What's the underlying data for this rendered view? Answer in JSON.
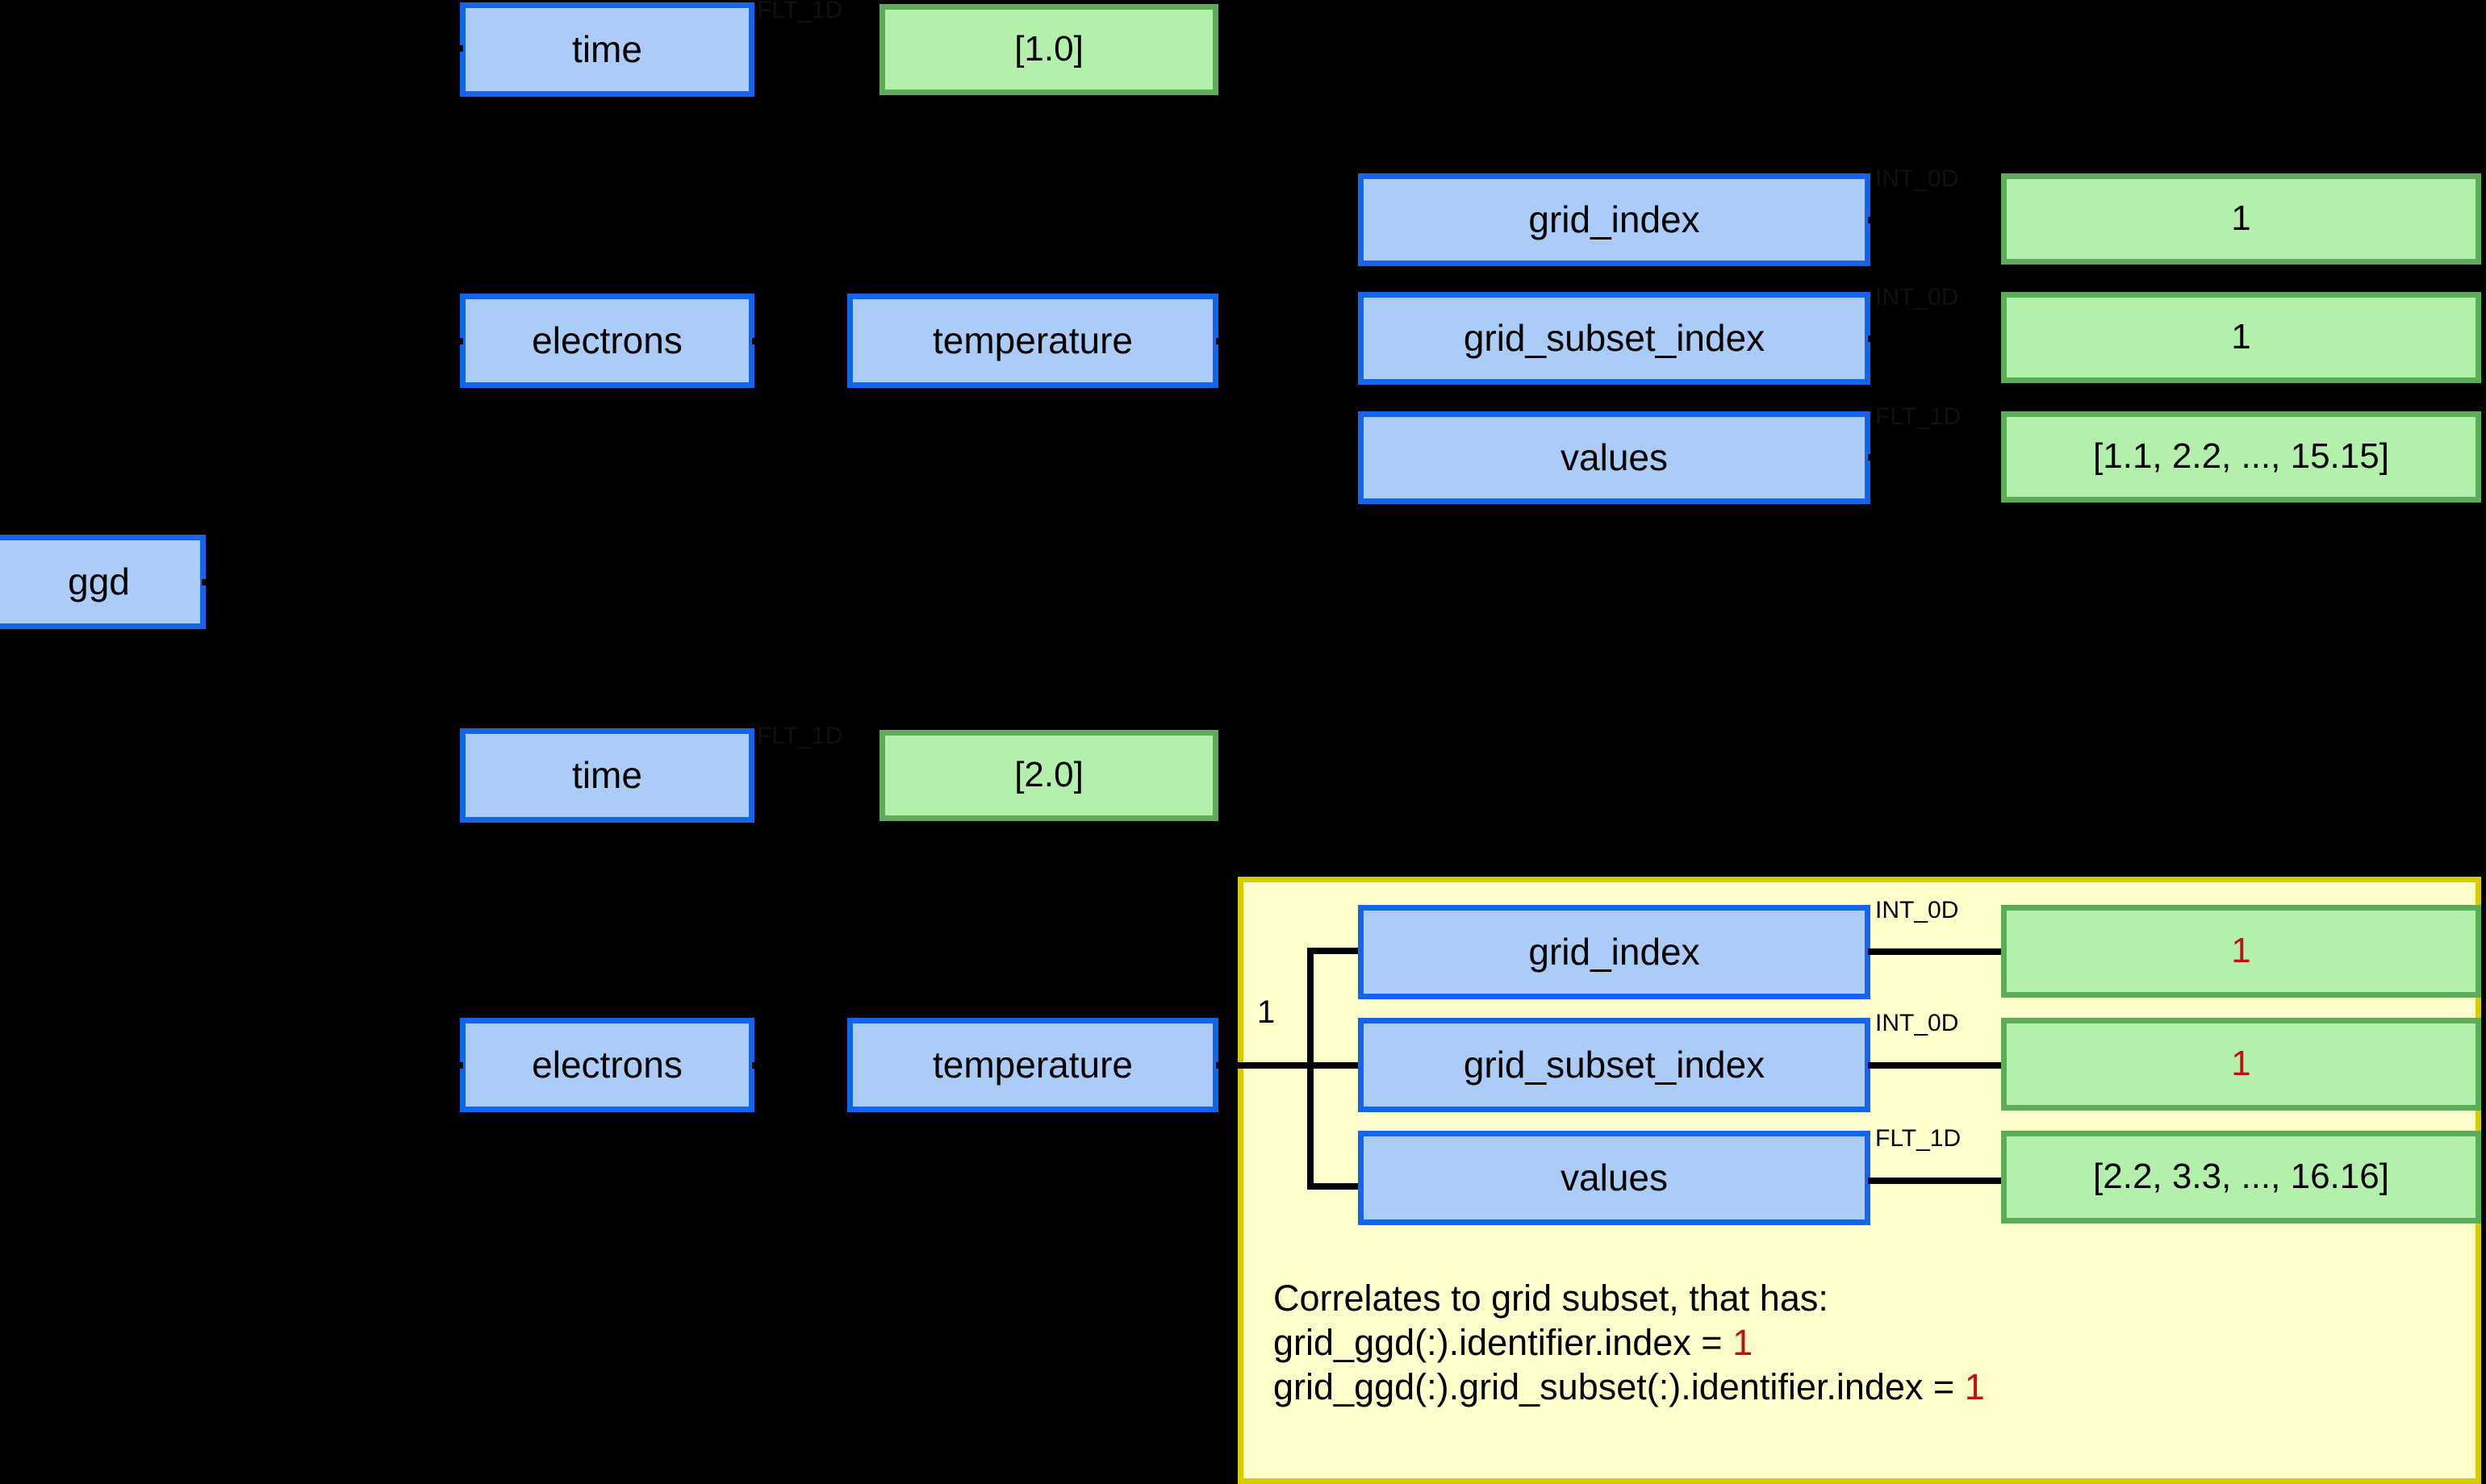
{
  "diagram": {
    "title": "GGD electrons temperature structure",
    "background_color": "#000000",
    "colors": {
      "node_blue_fill": "#aaccf6",
      "node_blue_border": "#1565ec",
      "node_green_fill": "#b2f0ac",
      "node_green_border": "#5cac5a",
      "highlight_fill": "#ffffcc",
      "highlight_border": "#d6cc00",
      "accent_red": "#c40f0f",
      "edge": "#000000",
      "type_label": "#101010"
    }
  },
  "root": {
    "label": "ggd"
  },
  "slice_1": {
    "time": {
      "label": "time",
      "type": "FLT_1D",
      "value": "[1.0]"
    },
    "electrons": {
      "label": "electrons"
    },
    "temperature": {
      "label": "temperature"
    },
    "fields": [
      {
        "label": "grid_index",
        "type": "INT_0D",
        "value": "1"
      },
      {
        "label": "grid_subset_index",
        "type": "INT_0D",
        "value": "1"
      },
      {
        "label": "values",
        "type": "FLT_1D",
        "value": "[1.1, 2.2, ..., 15.15]"
      }
    ]
  },
  "slice_2": {
    "time": {
      "label": "time",
      "type": "FLT_1D",
      "value": "[2.0]"
    },
    "electrons": {
      "label": "electrons"
    },
    "temperature": {
      "label": "temperature"
    },
    "multiplicity": "1",
    "fields": [
      {
        "label": "grid_index",
        "type": "INT_0D",
        "value": "1"
      },
      {
        "label": "grid_subset_index",
        "type": "INT_0D",
        "value": "1"
      },
      {
        "label": "values",
        "type": "FLT_1D",
        "value": "[2.2, 3.3, ..., 16.16]"
      }
    ],
    "annotation": {
      "line_1": "Correlates to grid subset, that has:",
      "line_2_text": "grid_ggd(:).identifier.index = ",
      "line_2_value": "1",
      "line_3_text": "grid_ggd(:).grid_subset(:).identifier.index = ",
      "line_3_value": "1"
    }
  }
}
